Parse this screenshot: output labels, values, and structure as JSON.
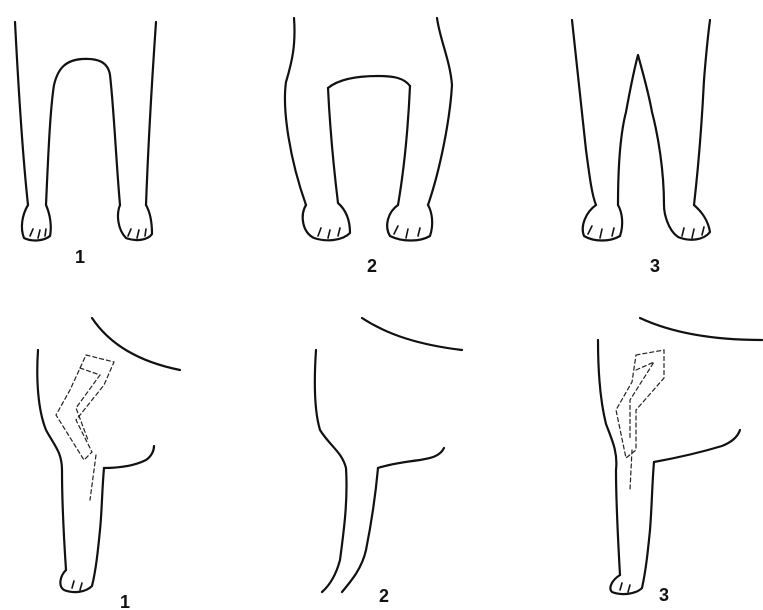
{
  "top_row": [
    {
      "label": "1"
    },
    {
      "label": "2"
    },
    {
      "label": "3"
    }
  ],
  "bottom_row": [
    {
      "label": "1"
    },
    {
      "label": "2"
    },
    {
      "label": "3"
    }
  ]
}
